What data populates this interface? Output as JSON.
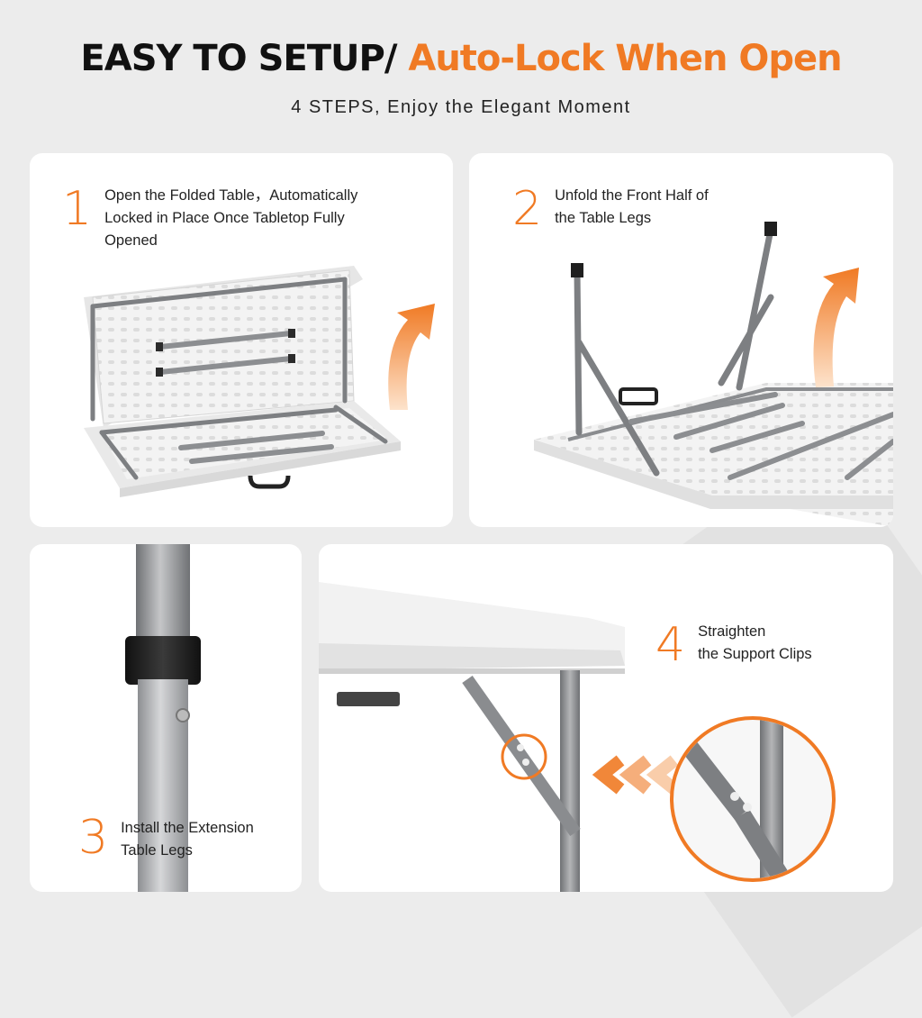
{
  "header": {
    "title_main": "EASY TO SETUP/",
    "title_accent": "Auto-Lock When Open",
    "subtitle": "4 STEPS, Enjoy the Elegant Moment"
  },
  "colors": {
    "accent": "#f07a24",
    "frame": "#7d7f82",
    "tabletop": "#f4f4f4",
    "background": "#ececec"
  },
  "steps": [
    {
      "number": "1",
      "lines": [
        "Open the Folded Table，Automatically",
        "Locked in Place Once Tabletop Fully",
        "Opened"
      ]
    },
    {
      "number": "2",
      "lines": [
        "Unfold the Front Half of",
        "the Table Legs"
      ]
    },
    {
      "number": "3",
      "lines": [
        "Install the Extension",
        "Table Legs"
      ]
    },
    {
      "number": "4",
      "lines": [
        "Straighten",
        "the Support Clips"
      ]
    }
  ]
}
